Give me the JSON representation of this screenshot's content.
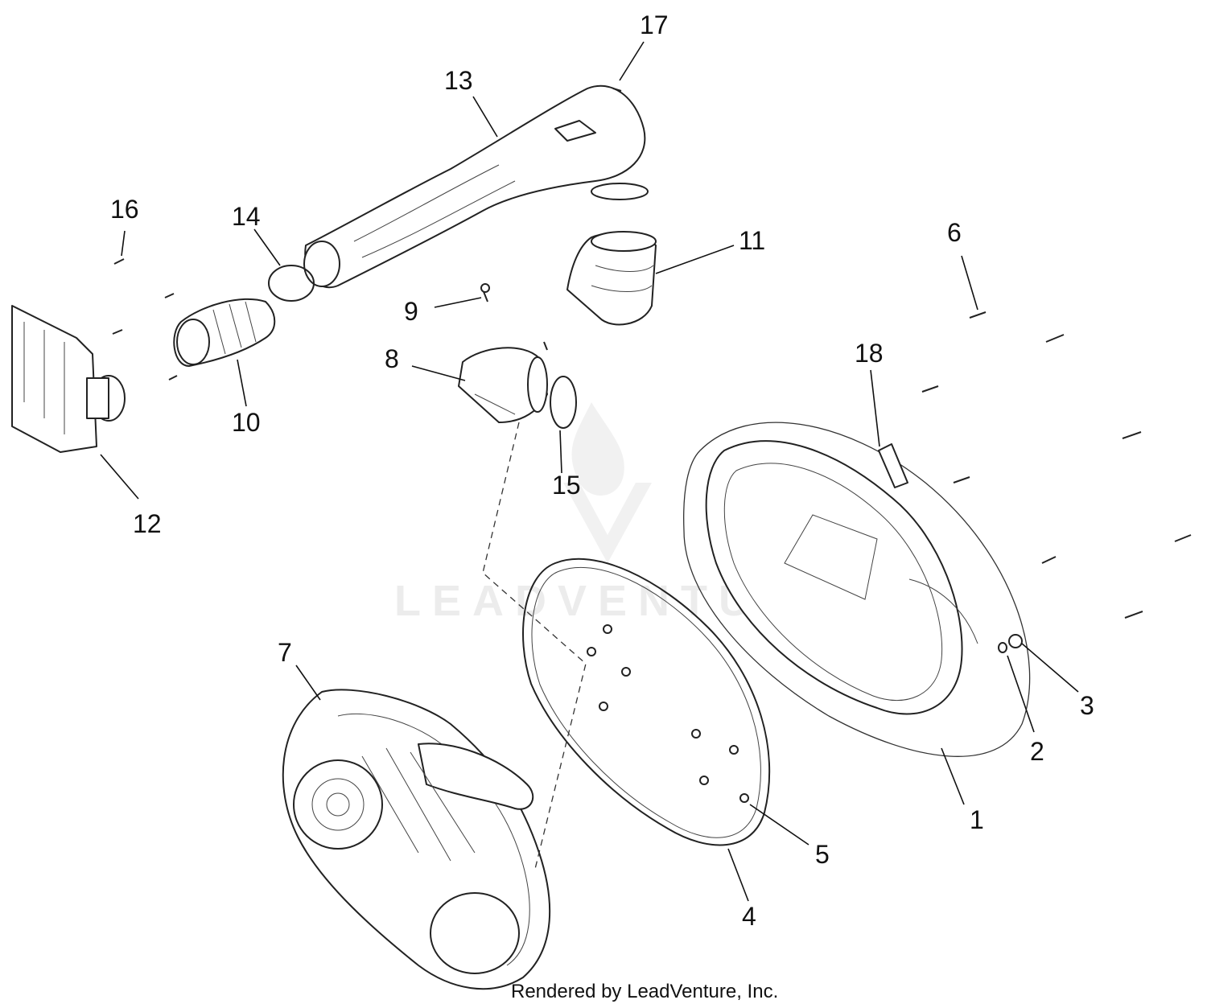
{
  "watermark": {
    "text": "LEADVENTURE"
  },
  "footer": {
    "text": "Rendered by LeadVenture, Inc."
  },
  "callouts": {
    "c1": "1",
    "c2": "2",
    "c3": "3",
    "c4": "4",
    "c5": "5",
    "c6": "6",
    "c7": "7",
    "c8": "8",
    "c9": "9",
    "c10": "10",
    "c11": "11",
    "c12": "12",
    "c13": "13",
    "c14": "14",
    "c15": "15",
    "c16": "16",
    "c17": "17",
    "c18": "18"
  }
}
